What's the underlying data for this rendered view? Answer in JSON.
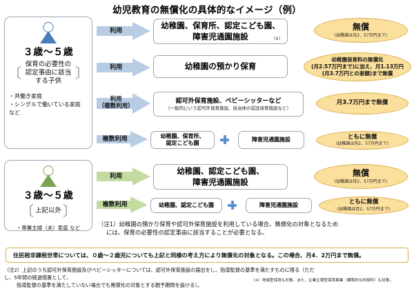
{
  "title": "幼児教育の無償化の具体的なイメージ（例）",
  "groups": [
    {
      "id": "group-1",
      "age": "３歳～５歳",
      "condition": "保育の必要性の認定事由に該当する子供",
      "bullets": "・共働き家庭\n・シングルで働いている家庭\nなど",
      "icon_color": "#4a7ebb"
    },
    {
      "id": "group-2",
      "age": "３歳～５歳",
      "condition": "上記以外",
      "bullets": "・専業主婦（夫）家庭 など",
      "icon_color": "#7ba352"
    }
  ],
  "rows": [
    {
      "arrow_label": "利用",
      "arrow_color": "#b8cce4",
      "service_main": "幼稚園、保育所、認定こども園、\n障害児通園施設",
      "service_sub": "",
      "service_mark": "（※）",
      "result_main": "無償",
      "result_sub": "(幼稚園は月2．57万円まで)"
    },
    {
      "arrow_label": "利用",
      "arrow_color": "#b8cce4",
      "service_main": "幼稚園の預かり保育",
      "service_sub": "",
      "service_mark": "",
      "result_main": "幼稚園保育料の無償化\n(月2.57万円まで)に加え、月1.13万円\n(月3.7万円との差額)まで無償",
      "result_sub": ""
    },
    {
      "arrow_label": "利用\n（複数利用）",
      "arrow_color": "#b8cce4",
      "service_main": "認可外保育施設、ベビーシッターなど",
      "service_sub": "（一般的にいう認可外保育施設、自治体の認証保育施設など）",
      "service_mark": "",
      "result_main": "月3.7万円まで無償",
      "result_sub": ""
    },
    {
      "arrow_label": "複数利用",
      "arrow_color": "#b8cce4",
      "service_a": "幼稚園、保育所、\n認定こども園",
      "service_b": "障害児通園施設",
      "plus": "+",
      "result_main": "ともに無償",
      "result_sub": "(幼稚園は月2．57万円まで)"
    },
    {
      "arrow_label": "利用",
      "arrow_color": "#c3dba1",
      "service_main": "幼稚園、認定こども園、\n障害児通園施設",
      "service_sub": "",
      "service_mark": "",
      "result_main": "無償",
      "result_sub": "(幼稚園は月2．57万円まで)"
    },
    {
      "arrow_label": "複数利用",
      "arrow_color": "#c3dba1",
      "service_a": "幼稚園、認定こども園",
      "service_b": "障害児通園施設",
      "plus": "+",
      "result_main": "ともに無償",
      "result_sub": "(幼稚園は月2．57万円まで)"
    }
  ],
  "notes": {
    "note1_head": "（注1）幼稚園の預かり保育や認可外保育施設を利用している場合、無償化の対象となるため",
    "note1_tail": "には、保育の必要性の認定事由に該当することが必要となる。",
    "highlight": "住民税非課税世帯については、０歳～２歳児についても上記と同様の考え方により無償化の対象となる。この場合、月4．2万円まで無償。",
    "note2_head": "（注2）上記のうち認可外保育施設及びベビーシッターについては、認可外保育施設の届出をし、指導監督の基準を満たすものに限る（ただし、5年間の経過措置として、",
    "note2_tail": "指導監督の基準を満たしていない場合でも無償化の対象とする猶予期間を設ける）。",
    "note3": "（※）地域型保育も対象。また、企業主導型保育事業（標準的な利用料）も対象。"
  },
  "colors": {
    "ellipse_fill": "#fbdf9c",
    "ellipse_border": "#d9ad4e",
    "arrow_blue": "#b8cce4",
    "arrow_green": "#c3dba1",
    "box_border": "#9aa4b0",
    "plus_blue": "#5b8fd0"
  }
}
